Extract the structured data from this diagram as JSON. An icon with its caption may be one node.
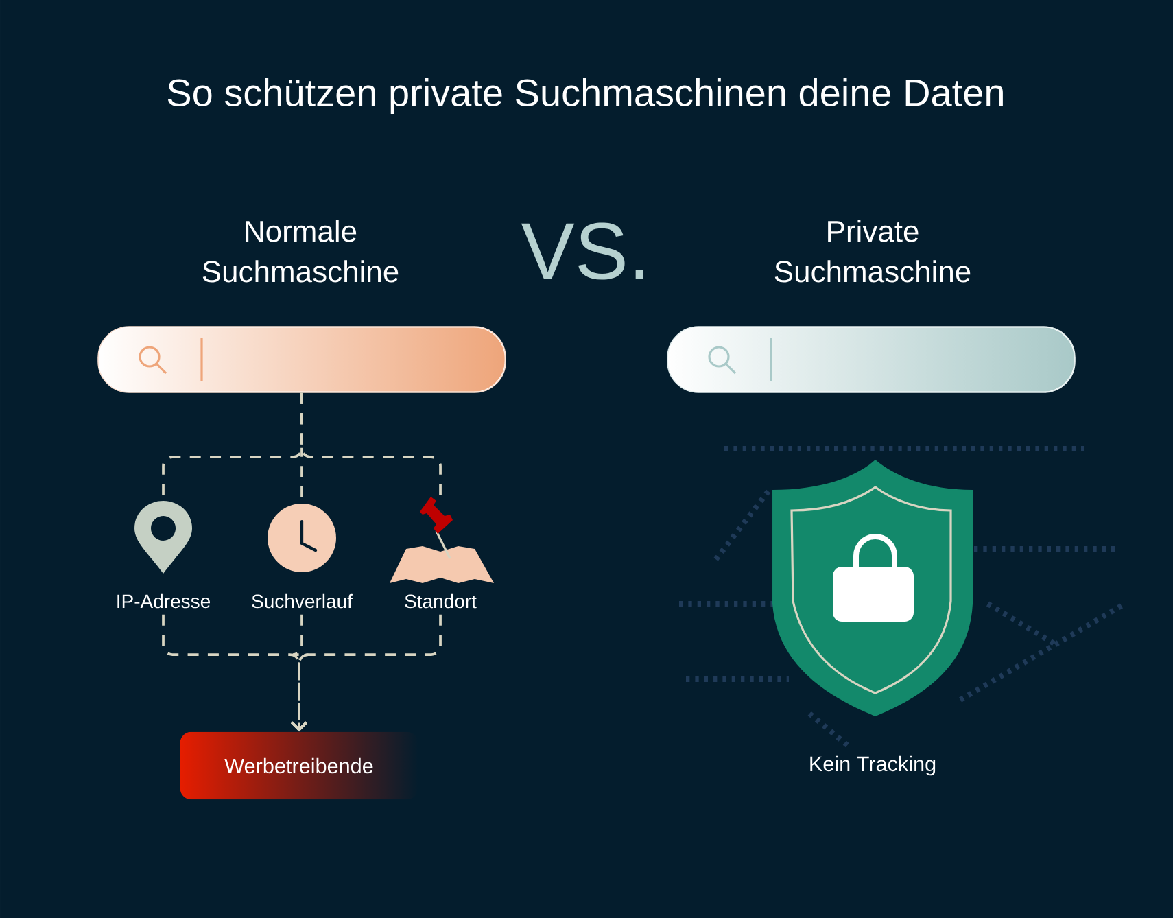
{
  "diagram": {
    "title": "So schützen private Suchmaschinen deine Daten",
    "nodes": [
      {
        "text": [],
        "shape": "bar"
      },
      {
        "text": [],
        "shape": "bar"
      },
      {
        "text": [
          "IP-Adresse"
        ]
      },
      {
        "text": [
          "Suchverlauf"
        ]
      },
      {
        "text": [
          "Standort"
        ]
      },
      {
        "text": [
          "Werbetreibende"
        ]
      },
      {
        "text": [
          "Kein Tracking"
        ]
      }
    ],
    "edges": [
      {
        "from": 0,
        "to": 2,
        "arrow": "none",
        "style": "dashed"
      },
      {
        "from": 0,
        "to": 3,
        "arrow": "none",
        "style": "dashed"
      },
      {
        "from": 0,
        "to": 4,
        "arrow": "none",
        "style": "dashed"
      },
      {
        "from": 2,
        "to": 5,
        "arrow": "to",
        "style": "dashed"
      },
      {
        "from": 3,
        "to": 5,
        "arrow": "to",
        "style": "dashed"
      },
      {
        "from": 4,
        "to": 5,
        "arrow": "to",
        "style": "dashed"
      }
    ],
    "labels": [
      "Normale Suchmaschine",
      "VS.",
      "Private Suchmaschine"
    ]
  }
}
